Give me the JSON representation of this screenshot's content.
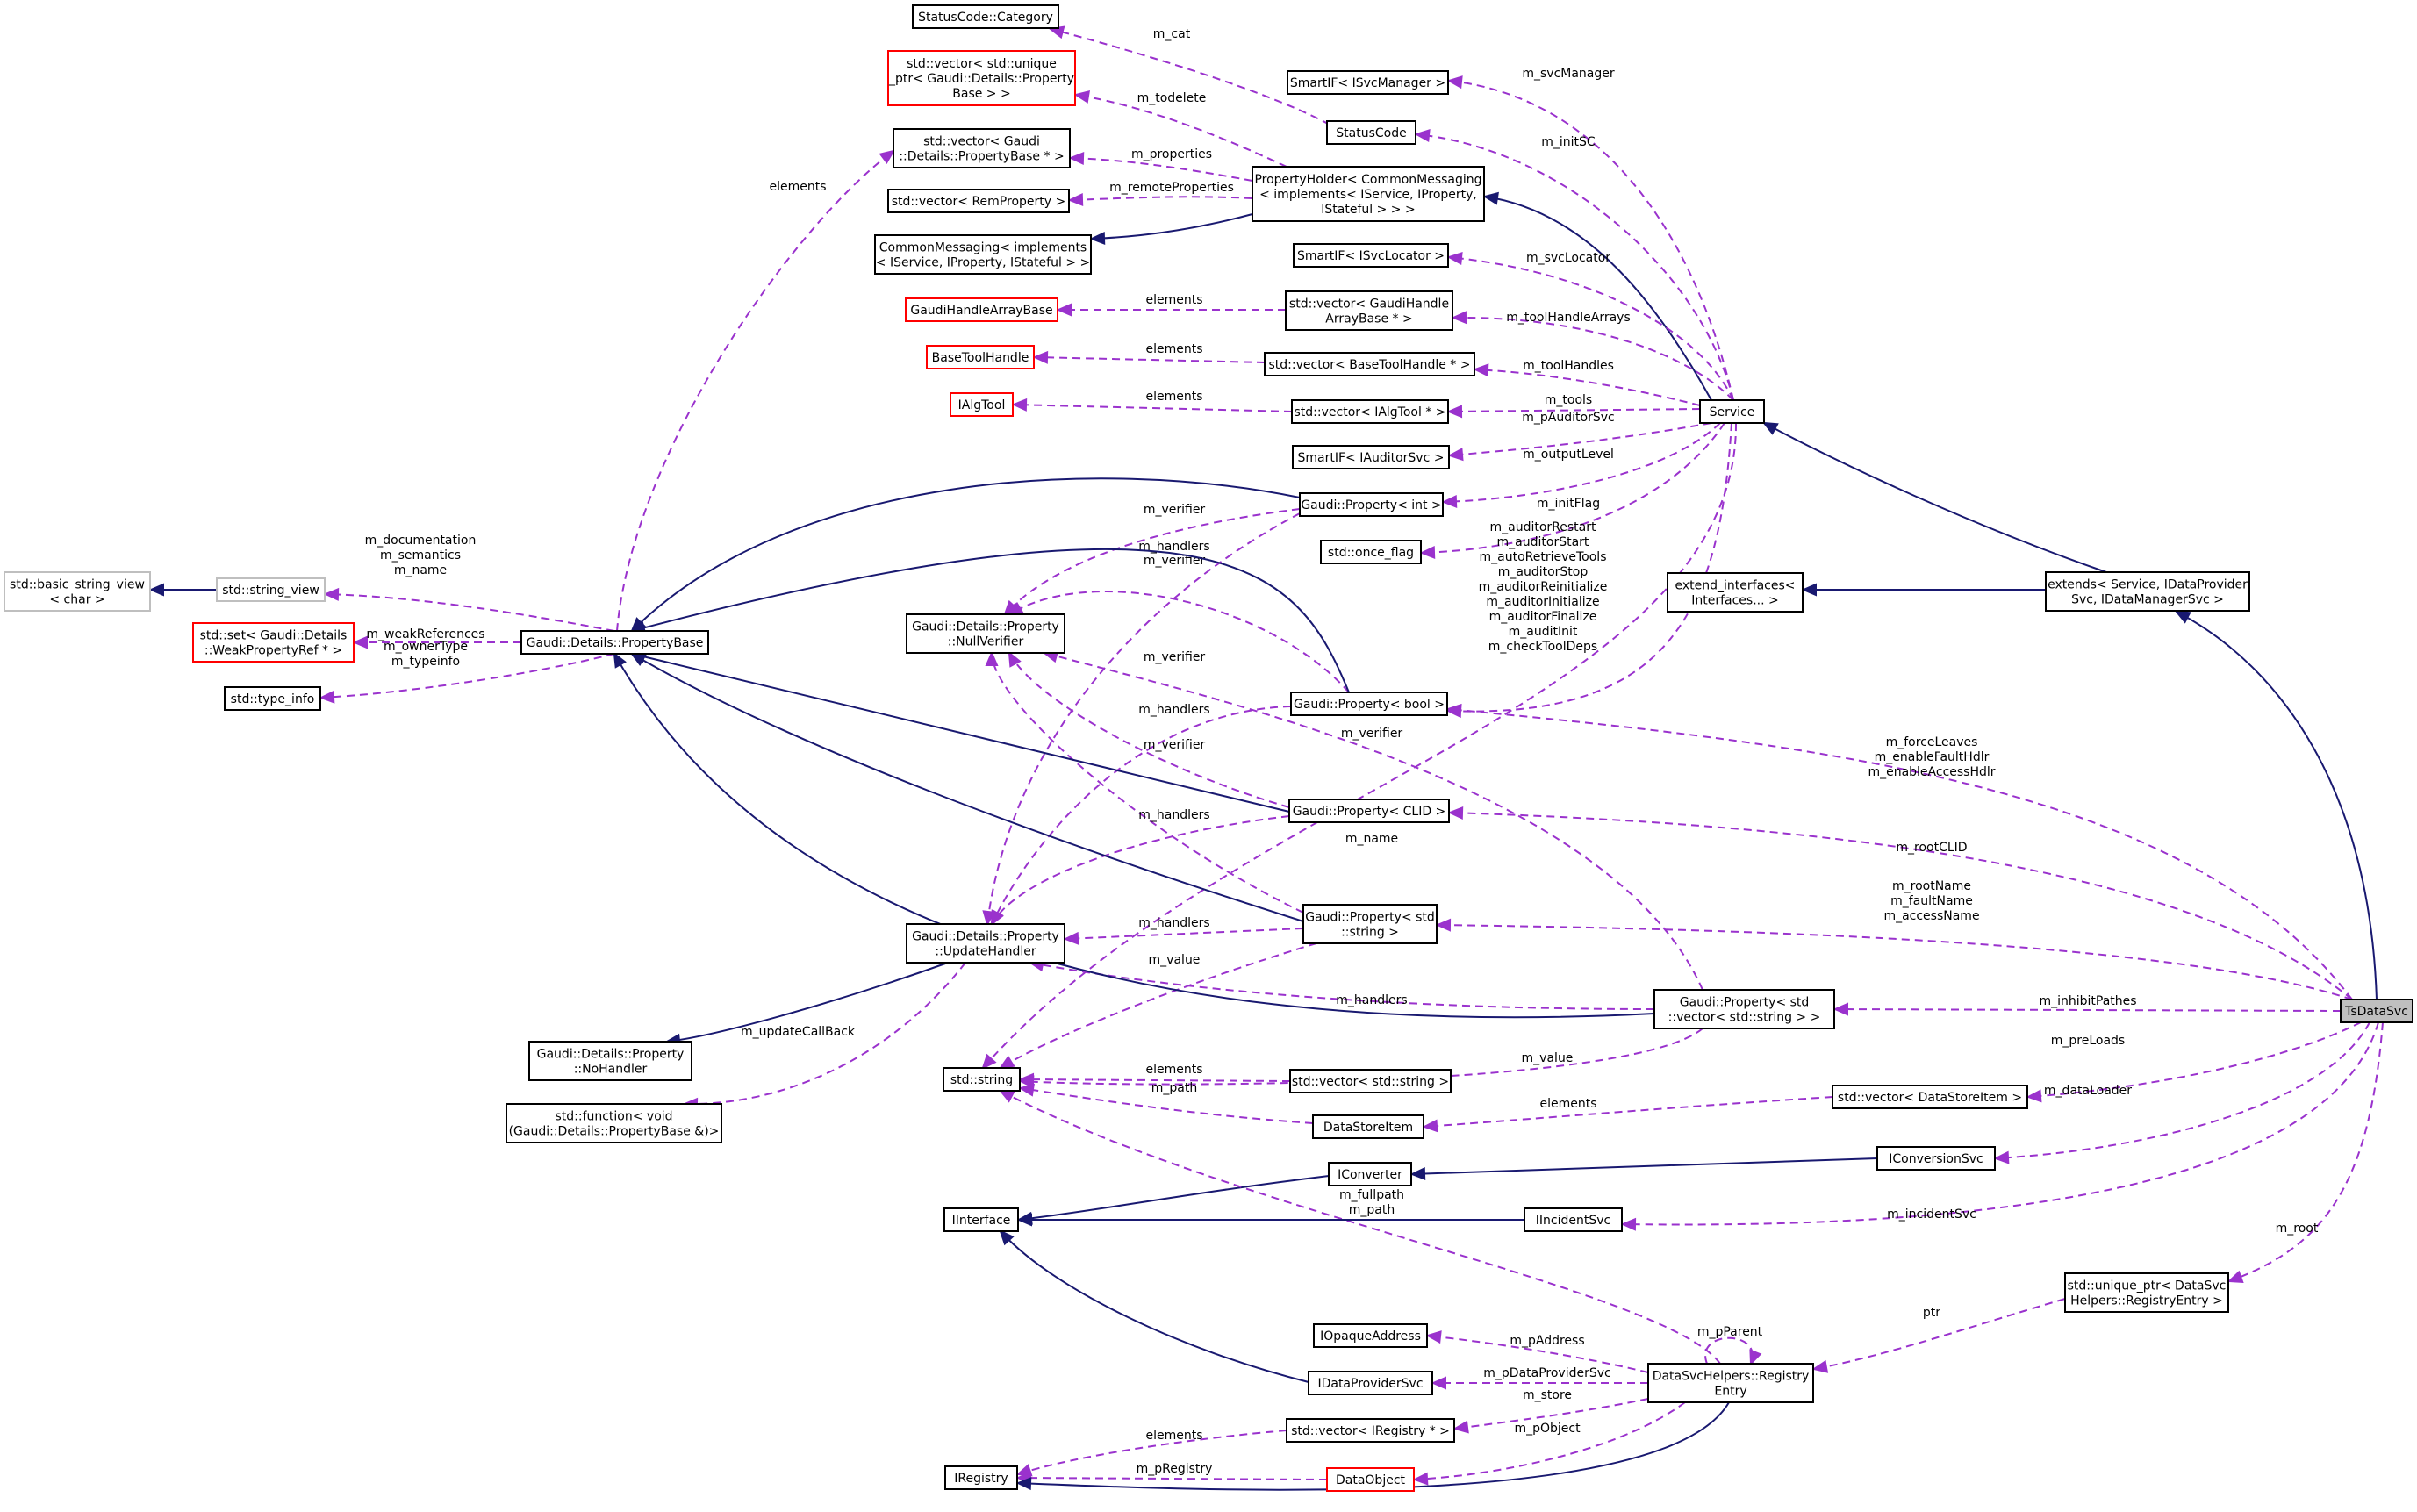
{
  "colors": {
    "node_border": "#000000",
    "node_border_red": "#ff0000",
    "node_border_grey": "#bfbfbf",
    "node_fill_focus": "#bfbfbf",
    "inherit_edge": "#191970",
    "usage_edge": "#9a32cd"
  },
  "nodes": {
    "status_category": [
      "StatusCode::Category"
    ],
    "vec_unique_ptr": [
      "std::vector< std::unique",
      "_ptr< Gaudi::Details::Property",
      "Base > >"
    ],
    "smartif_isvcmanager": [
      "SmartIF< ISvcManager >"
    ],
    "statuscode": [
      "StatusCode"
    ],
    "vec_propertybase_ptr": [
      "std::vector< Gaudi",
      "::Details::PropertyBase * >"
    ],
    "vec_remproperty": [
      "std::vector< RemProperty >"
    ],
    "propertyholder": [
      "PropertyHolder< CommonMessaging",
      "< implements< IService, IProperty,",
      "IStateful > > >"
    ],
    "commonmessaging": [
      "CommonMessaging< implements",
      "< IService, IProperty, IStateful > >"
    ],
    "smartif_isvclocator": [
      "SmartIF< ISvcLocator >"
    ],
    "gaudihandlearraybase": [
      "GaudiHandleArrayBase"
    ],
    "vec_gaudihandlearraybase": [
      "std::vector< GaudiHandle",
      "ArrayBase * >"
    ],
    "basetoolhandle": [
      "BaseToolHandle"
    ],
    "vec_basetoolhandle": [
      "std::vector< BaseToolHandle * >"
    ],
    "ialgtool": [
      "IAlgTool"
    ],
    "vec_ialgtool": [
      "std::vector< IAlgTool * >"
    ],
    "service": [
      "Service"
    ],
    "smartif_iauditorsvc": [
      "SmartIF< IAuditorSvc >"
    ],
    "property_int": [
      "Gaudi::Property< int >"
    ],
    "once_flag": [
      "std::once_flag"
    ],
    "extend_interfaces": [
      "extend_interfaces<",
      "Interfaces... >"
    ],
    "extends": [
      "extends< Service, IDataProvider",
      "Svc, IDataManagerSvc >"
    ],
    "basic_string_view": [
      "std::basic_string_view",
      "< char >"
    ],
    "string_view": [
      "std::string_view"
    ],
    "set_weakpropertyref": [
      "std::set< Gaudi::Details",
      "::WeakPropertyRef * >"
    ],
    "propertybase": [
      "Gaudi::Details::PropertyBase"
    ],
    "nullverifier": [
      "Gaudi::Details::Property",
      "::NullVerifier"
    ],
    "type_info": [
      "std::type_info"
    ],
    "property_bool": [
      "Gaudi::Property< bool >"
    ],
    "property_clid": [
      "Gaudi::Property< CLID >"
    ],
    "property_string": [
      "Gaudi::Property< std",
      "::string >"
    ],
    "updatehandler": [
      "Gaudi::Details::Property",
      "::UpdateHandler"
    ],
    "property_vec_string": [
      "Gaudi::Property< std",
      "::vector< std::string > >"
    ],
    "tsdatasvc": [
      "TsDataSvc"
    ],
    "nohandler": [
      "Gaudi::Details::Property",
      "::NoHandler"
    ],
    "std_function": [
      "std::function< void",
      "(Gaudi::Details::PropertyBase &)>"
    ],
    "std_string": [
      "std::string"
    ],
    "vec_std_string": [
      "std::vector< std::string >"
    ],
    "datastoreitem": [
      "DataStoreItem"
    ],
    "vec_datastoreitem": [
      "std::vector< DataStoreItem >"
    ],
    "iconverter": [
      "IConverter"
    ],
    "iconversionsvc": [
      "IConversionSvc"
    ],
    "iinterface": [
      "IInterface"
    ],
    "iincidentsvc": [
      "IIncidentSvc"
    ],
    "unique_ptr_registryentry": [
      "std::unique_ptr< DataSvc",
      "Helpers::RegistryEntry >"
    ],
    "iopaqueaddress": [
      "IOpaqueAddress"
    ],
    "idataprovidersvc": [
      "IDataProviderSvc"
    ],
    "registryentry": [
      "DataSvcHelpers::Registry",
      "Entry"
    ],
    "vec_iregistry": [
      "std::vector< IRegistry * >"
    ],
    "iregistry": [
      "IRegistry"
    ],
    "dataobject": [
      "DataObject"
    ]
  },
  "edge_labels": {
    "m_cat": [
      "m_cat"
    ],
    "m_svcManager": [
      "m_svcManager"
    ],
    "m_todelete": [
      "m_todelete"
    ],
    "m_initSC": [
      "m_initSC"
    ],
    "m_properties": [
      "m_properties"
    ],
    "elements_pb": [
      "elements"
    ],
    "m_remoteProperties": [
      "m_remoteProperties"
    ],
    "m_svcLocator": [
      "m_svcLocator"
    ],
    "elements_gha": [
      "elements"
    ],
    "m_toolHandleArrays": [
      "m_toolHandleArrays"
    ],
    "elements_bth": [
      "elements"
    ],
    "m_toolHandles": [
      "m_toolHandles"
    ],
    "elements_iat": [
      "elements"
    ],
    "m_tools": [
      "m_tools"
    ],
    "m_pAuditorSvc": [
      "m_pAuditorSvc"
    ],
    "m_outputLevel": [
      "m_outputLevel"
    ],
    "m_verifier_int": [
      "m_verifier"
    ],
    "m_initFlag": [
      "m_initFlag"
    ],
    "m_doc": [
      "m_documentation",
      "m_semantics",
      "m_name"
    ],
    "m_verifier_bool": [
      "m_verifier"
    ],
    "m_handlers_int": [
      "m_handlers"
    ],
    "m_auditor": [
      "m_auditorRestart",
      "m_auditorStart",
      "m_autoRetrieveTools",
      "m_auditorStop",
      "m_auditorReinitialize",
      "m_auditorInitialize",
      "m_auditorFinalize",
      "m_auditInit",
      "m_checkToolDeps"
    ],
    "m_weakReferences": [
      "m_weakReferences"
    ],
    "m_owner": [
      "m_ownerType",
      "m_typeinfo"
    ],
    "m_verifier_clid": [
      "m_verifier"
    ],
    "m_handlers_bool": [
      "m_handlers"
    ],
    "m_verifier_str": [
      "m_verifier"
    ],
    "m_verifier_vec": [
      "m_verifier"
    ],
    "m_forceLeaves": [
      "m_forceLeaves",
      "m_enableFaultHdlr",
      "m_enableAccessHdlr"
    ],
    "m_handlers_clid": [
      "m_handlers"
    ],
    "m_name": [
      "m_name"
    ],
    "m_rootCLID": [
      "m_rootCLID"
    ],
    "m_handlers_str": [
      "m_handlers"
    ],
    "m_rootName": [
      "m_rootName",
      "m_faultName",
      "m_accessName"
    ],
    "m_value_str": [
      "m_value"
    ],
    "m_handlers_vec": [
      "m_handlers"
    ],
    "m_inhibitPathes": [
      "m_inhibitPathes"
    ],
    "m_updateCallBack": [
      "m_updateCallBack"
    ],
    "m_preLoads": [
      "m_preLoads"
    ],
    "m_value_vec": [
      "m_value"
    ],
    "elements_str": [
      "elements"
    ],
    "m_path_dsi": [
      "m_path"
    ],
    "elements_dsi": [
      "elements"
    ],
    "m_dataLoader": [
      "m_dataLoader"
    ],
    "m_fullpath": [
      "m_fullpath",
      "m_path"
    ],
    "m_incidentSvc": [
      "m_incidentSvc"
    ],
    "m_root": [
      "m_root"
    ],
    "m_pParent": [
      "m_pParent"
    ],
    "ptr": [
      "ptr"
    ],
    "m_pAddress": [
      "m_pAddress"
    ],
    "m_pDataProviderSvc": [
      "m_pDataProviderSvc"
    ],
    "m_store": [
      "m_store"
    ],
    "elements_reg": [
      "elements"
    ],
    "m_pObject": [
      "m_pObject"
    ],
    "m_pRegistry": [
      "m_pRegistry"
    ]
  }
}
